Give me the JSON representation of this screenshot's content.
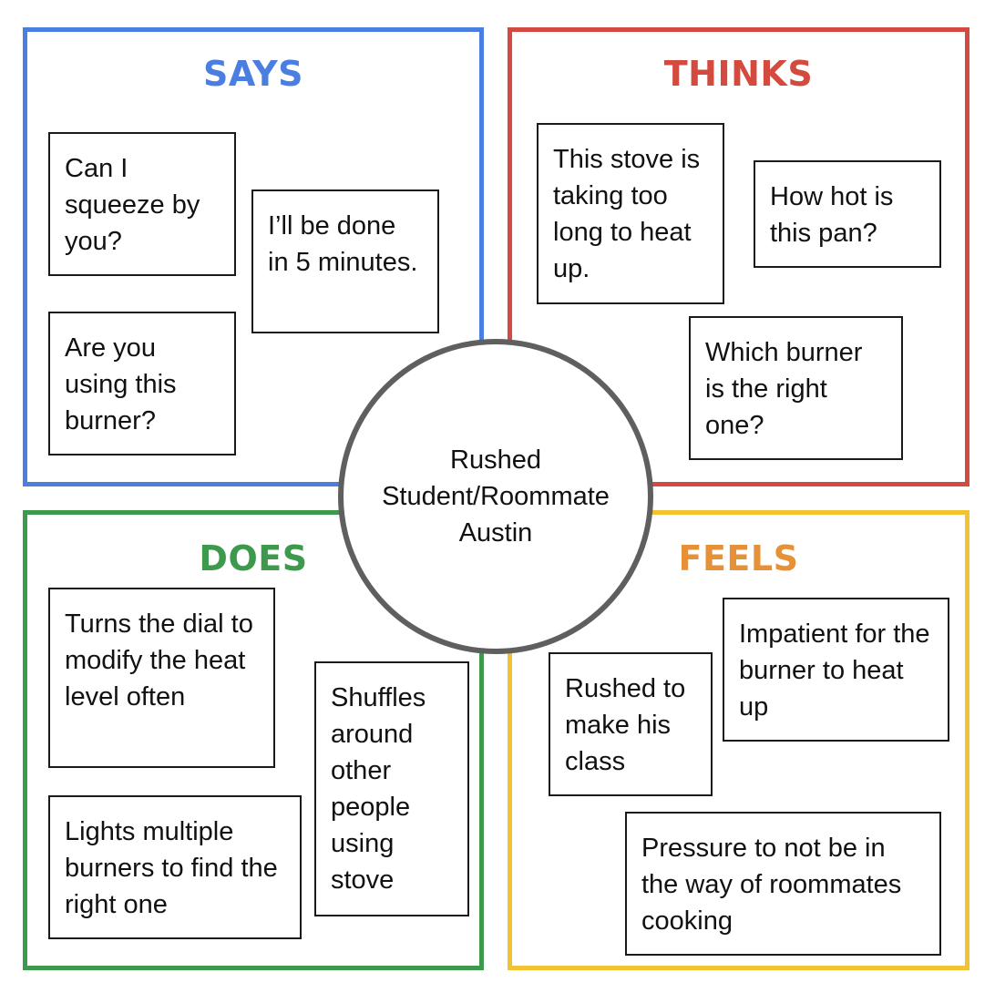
{
  "colors": {
    "says": "#4a7ee0",
    "thinks": "#d34a3e",
    "does": "#3d9a4c",
    "feels": "#f1c232",
    "feels_title": "#e69138",
    "circle_border": "#5f5f5f"
  },
  "quadrants": {
    "says": {
      "title": "SAYS",
      "notes": [
        {
          "text": "Can I squeeze by you?"
        },
        {
          "text": "I’ll be done in 5 minutes."
        },
        {
          "text": "Are you using this burner?"
        }
      ]
    },
    "thinks": {
      "title": "THINKS",
      "notes": [
        {
          "text": "This stove is taking too long to heat up."
        },
        {
          "text": "How hot is this pan?"
        },
        {
          "text": "Which burner is the right one?"
        }
      ]
    },
    "does": {
      "title": "DOES",
      "notes": [
        {
          "text": "Turns the dial to modify the heat level often"
        },
        {
          "text": "Shuffles around other people using stove"
        },
        {
          "text": "Lights multiple burners to find the right one"
        }
      ]
    },
    "feels": {
      "title": "FEELS",
      "notes": [
        {
          "text": "Impatient for the burner to heat up"
        },
        {
          "text": "Rushed to make his class"
        },
        {
          "text": "Pressure to not be in the way of roommates cooking"
        }
      ]
    }
  },
  "persona": {
    "line1": "Rushed",
    "line2": "Student/Roommate",
    "line3": "Austin"
  }
}
